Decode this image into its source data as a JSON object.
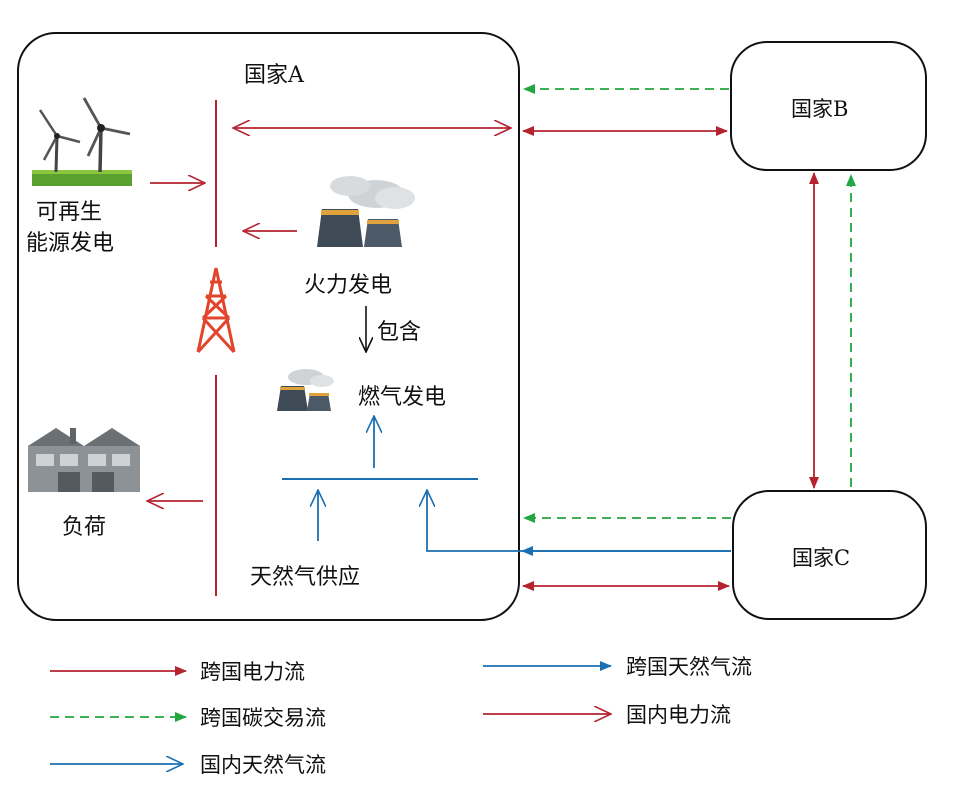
{
  "nodes": {
    "country_a": "国家A",
    "country_b": "国家B",
    "country_c": "国家C"
  },
  "labels": {
    "renewable_line1": "可再生",
    "renewable_line2": "能源发电",
    "thermal": "火力发电",
    "contains": "包含",
    "gas_power": "燃气发电",
    "load": "负荷",
    "gas_supply": "天然气供应"
  },
  "legend": [
    {
      "label": "跨国电力流",
      "color": "#b5232f",
      "style": "solid-filled"
    },
    {
      "label": "跨国天然气流",
      "color": "#1a6fb3",
      "style": "solid-filled"
    },
    {
      "label": "跨国碳交易流",
      "color": "#22a63f",
      "style": "dashed-filled"
    },
    {
      "label": "国内电力流",
      "color": "#b5232f",
      "style": "solid-open"
    },
    {
      "label": "国内天然气流",
      "color": "#1a6fb3",
      "style": "solid-open"
    }
  ],
  "colors": {
    "power": "#b5232f",
    "gas": "#1a6fb3",
    "carbon": "#22a63f"
  },
  "icons": [
    "wind-turbine-icon",
    "power-plant-icon",
    "gas-plant-icon",
    "transmission-tower-icon",
    "factory-icon"
  ]
}
